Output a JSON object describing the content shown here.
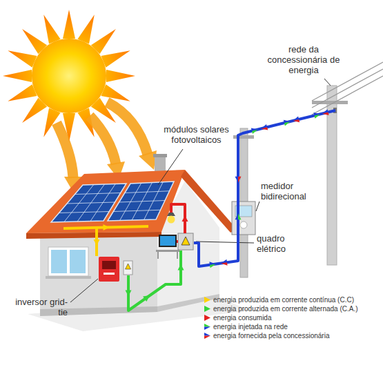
{
  "diagram": {
    "labels": [
      "módulos solares fotovoltaicos",
      "rede da concessionária de energia",
      "medidor bidirecional",
      "quadro elétrico",
      "inversor grid-tie"
    ],
    "legend": [
      {
        "text": "energia produzida em corrente contínua (C.C)",
        "color": "#ffd200"
      },
      {
        "text": "energia produzida em corrente alternada (C.A.)",
        "color": "#35d43a"
      },
      {
        "text": "energia consumida",
        "color": "#e32020"
      },
      {
        "text": "energia injetada na rede"
      },
      {
        "text": "energia fornecida pela concessionária"
      }
    ]
  }
}
